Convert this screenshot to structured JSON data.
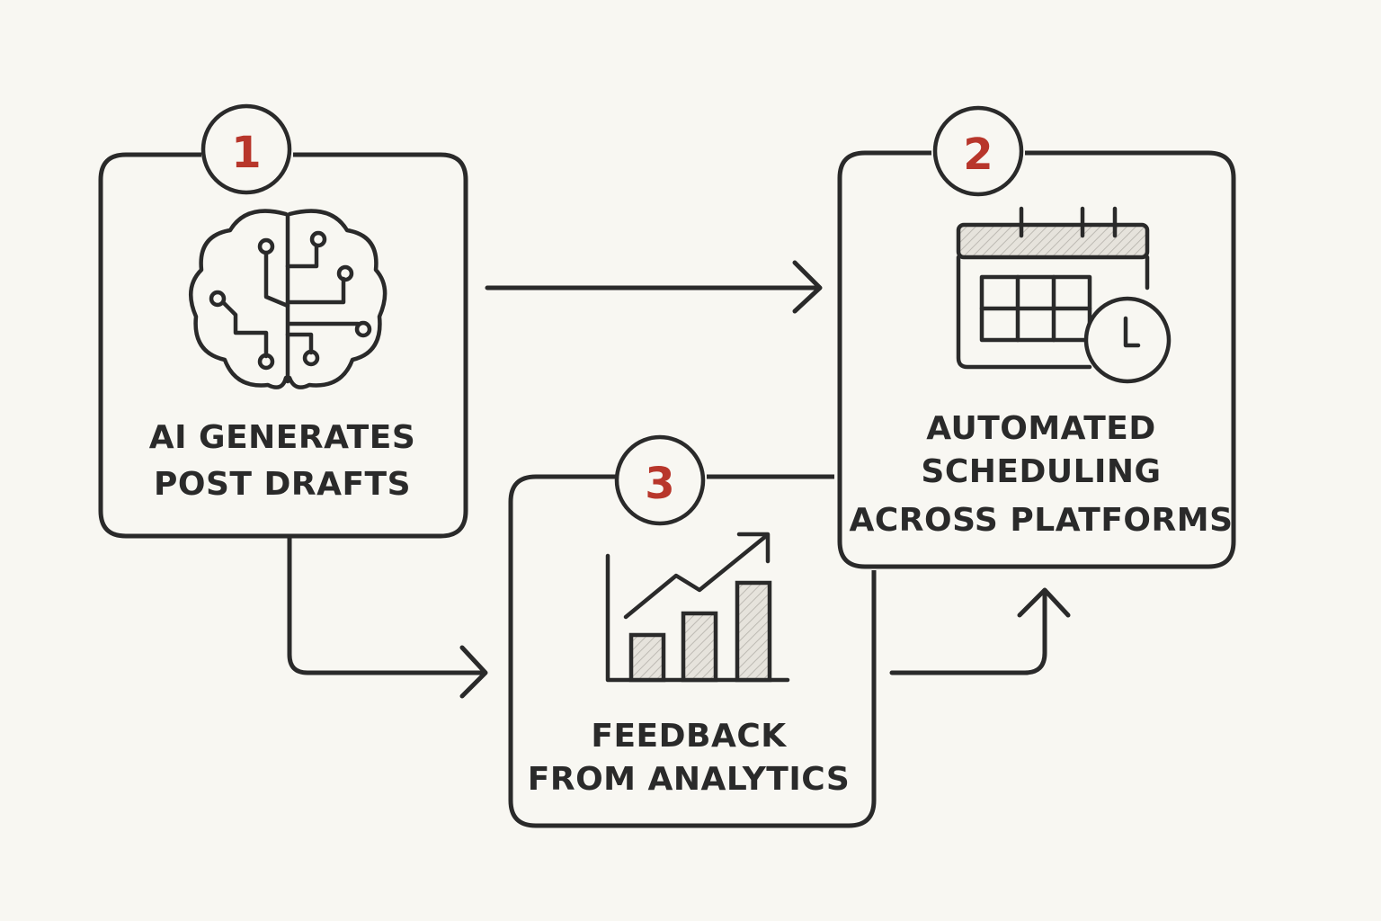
{
  "steps": [
    {
      "number": "1",
      "label_line1": "AI GENERATES",
      "label_line2": "POST DRAFTS",
      "icon": "brain-circuit-icon"
    },
    {
      "number": "2",
      "label_line1": "AUTOMATED",
      "label_line2": "SCHEDULING",
      "label_line3": "ACROSS PLATFORMS",
      "icon": "calendar-clock-icon"
    },
    {
      "number": "3",
      "label_line1": "FEEDBACK",
      "label_line2": "FROM ANALYTICS",
      "icon": "chart-growth-icon"
    }
  ],
  "colors": {
    "stroke": "#2a2a2a",
    "accent": "#b8362b",
    "background": "#f8f7f2"
  }
}
